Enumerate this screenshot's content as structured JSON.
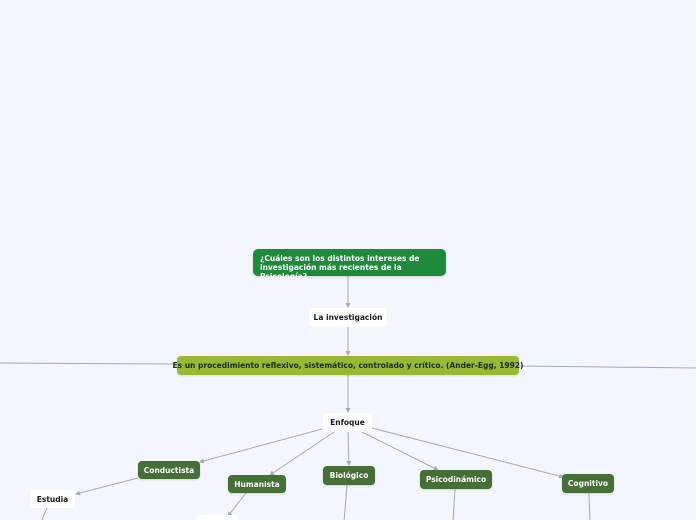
{
  "map": {
    "root": "¿Cuáles son los distintos intereses de investigación más recientes de la Psicología?",
    "investigacion": "La investigación",
    "definicion": "Es un procedimiento reflexivo, sistemático, controlado y crítico. (Ander-Egg, 1992)",
    "enfoque": "Enfoque",
    "conductista": "Conductista",
    "humanista": "Humanista",
    "biologico": "Biológico",
    "psicodinamico": "Psicodinámico",
    "cognitivo": "Cognitivo",
    "estudia": "Estudia"
  },
  "colors": {
    "background": "#f4f6fd",
    "root": "#1e8a3a",
    "olive": "#97b934",
    "dark_green": "#456f36",
    "connector": "#a6aab3"
  }
}
